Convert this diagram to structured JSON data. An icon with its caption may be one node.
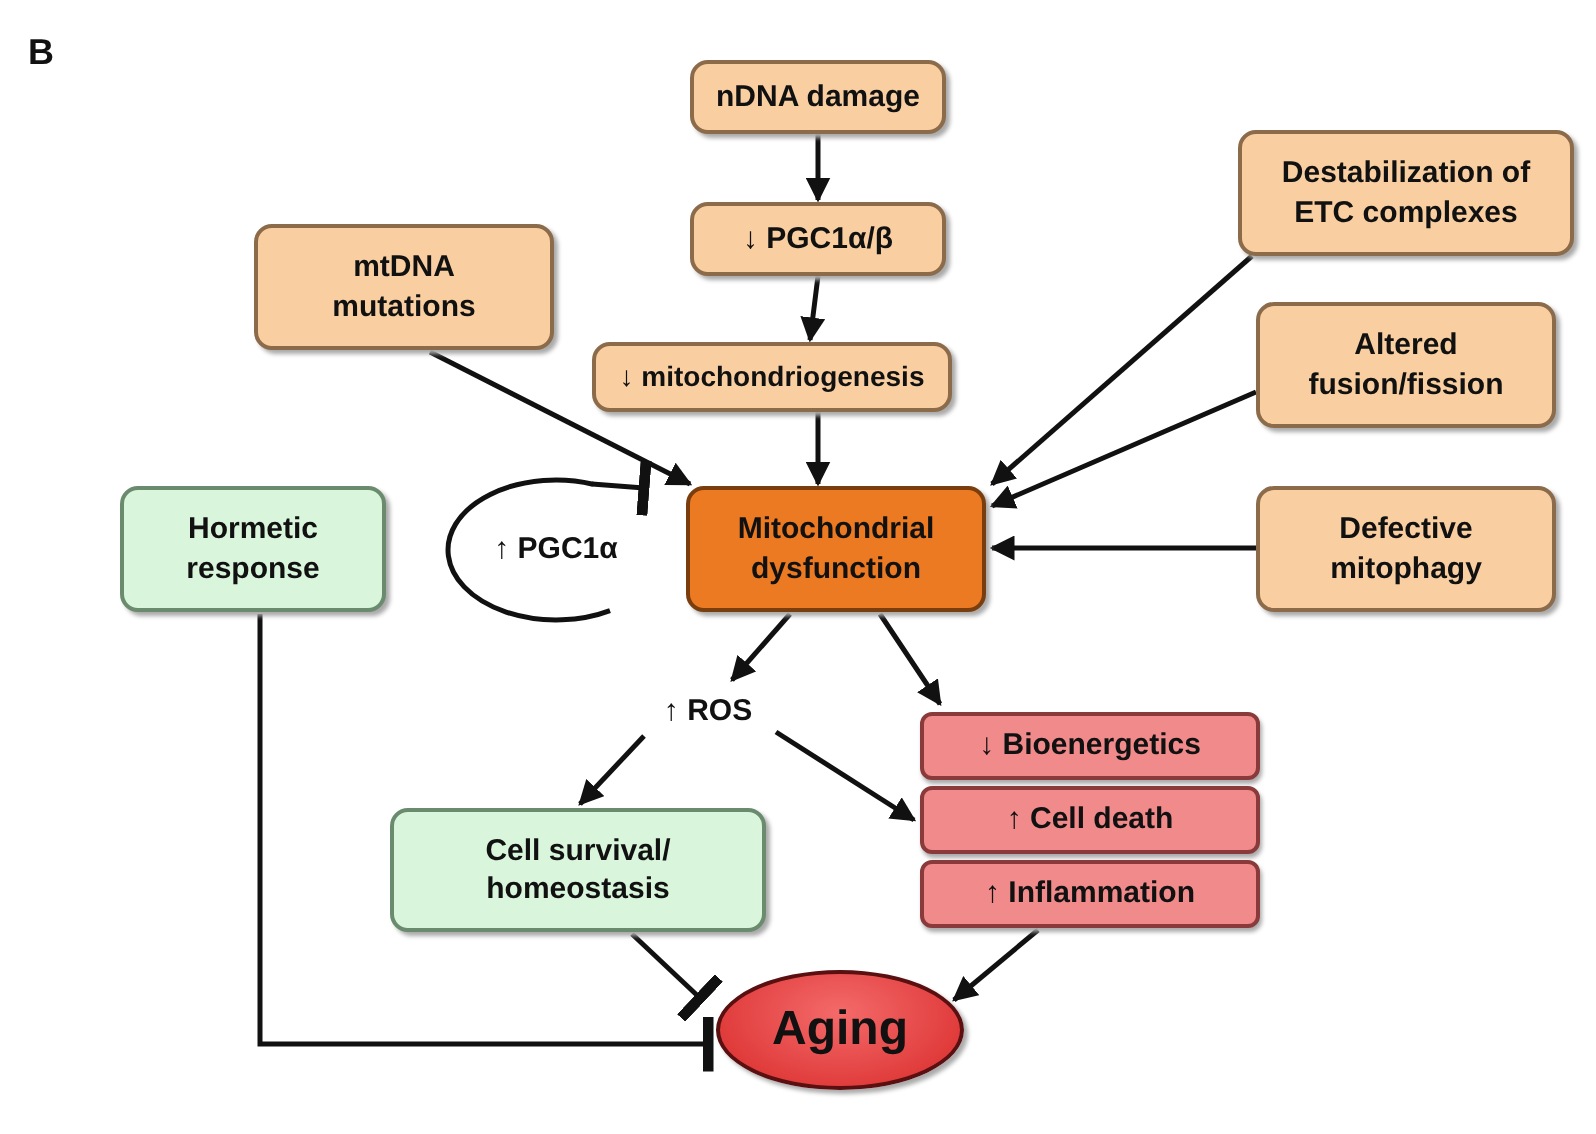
{
  "diagram": {
    "nodes": [
      {
        "text": [
          "nDNA damage"
        ]
      },
      {
        "text": [
          "↓ PGC1α/β"
        ]
      },
      {
        "text": [
          "↓ mitochondriogenesis"
        ]
      },
      {
        "text": [
          "mtDNA mutations"
        ]
      },
      {
        "text": [
          "Destabilization of ETC complexes"
        ]
      },
      {
        "text": [
          "Altered fusion/fission"
        ]
      },
      {
        "text": [
          "Hormetic response"
        ]
      },
      {
        "text": [
          "↑ PGC1α"
        ]
      },
      {
        "text": [
          "Mitochondrial dysfunction"
        ]
      },
      {
        "text": [
          "Defective mitophagy"
        ]
      },
      {
        "text": [
          "↑ ROS"
        ]
      },
      {
        "text": [
          "↓ Bioenergetics"
        ]
      },
      {
        "text": [
          "↑ Cell death"
        ]
      },
      {
        "text": [
          "↑ Inflammation"
        ]
      },
      {
        "text": [
          "Cell survival/ homeostasis"
        ]
      },
      {
        "text": [
          "Aging"
        ]
      }
    ],
    "edges": [
      {
        "from": 0,
        "to": 1,
        "arrow": "to"
      },
      {
        "from": 1,
        "to": 2,
        "arrow": "to"
      },
      {
        "from": 2,
        "to": 8,
        "arrow": "to"
      },
      {
        "from": 3,
        "to": 8,
        "arrow": "to"
      },
      {
        "from": 4,
        "to": 8,
        "arrow": "to"
      },
      {
        "from": 5,
        "to": 8,
        "arrow": "to"
      },
      {
        "from": 9,
        "to": 8,
        "arrow": "to"
      },
      {
        "from": 7,
        "to": 8,
        "arrow": "other"
      },
      {
        "from": 8,
        "to": 10,
        "arrow": "to"
      },
      {
        "from": 8,
        "to": 11,
        "arrow": "to"
      },
      {
        "from": 10,
        "to": 14,
        "arrow": "to"
      },
      {
        "from": 10,
        "to": 12,
        "arrow": "to"
      },
      {
        "from": 14,
        "to": 15,
        "arrow": "other"
      },
      {
        "from": 6,
        "to": 15,
        "arrow": "other"
      },
      {
        "from": 13,
        "to": 15,
        "arrow": "to"
      }
    ],
    "labels": [
      "B"
    ]
  }
}
